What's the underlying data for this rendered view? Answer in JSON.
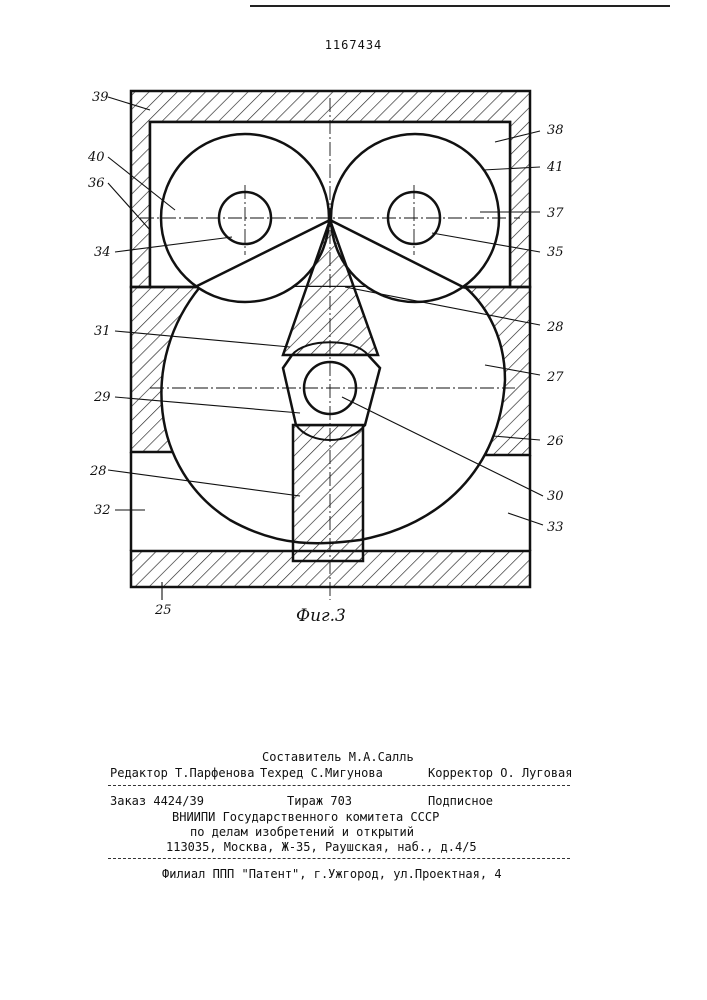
{
  "patent_number": "1167434",
  "figure": {
    "caption": "Фиг.3",
    "labels": [
      "39",
      "38",
      "40",
      "41",
      "36",
      "37",
      "34",
      "35",
      "31",
      "28",
      "27",
      "29",
      "26",
      "28",
      "30",
      "32",
      "33",
      "25"
    ]
  },
  "footer": {
    "compiler": "Составитель М.А.Салль",
    "editor": "Редактор Т.Парфенова",
    "techred": "Техред С.Мигунова",
    "corrector": "Корректор О. Луговая",
    "order": "Заказ 4424/39",
    "circulation": "Тираж 703",
    "subscription": "Подписное",
    "org_line1": "ВНИИПИ Государственного комитета СССР",
    "org_line2": "по делам изобретений и открытий",
    "address": "113035, Москва, Ж-35, Раушская, наб., д.4/5",
    "branch": "Филиал ППП \"Патент\", г.Ужгород, ул.Проектная, 4"
  }
}
